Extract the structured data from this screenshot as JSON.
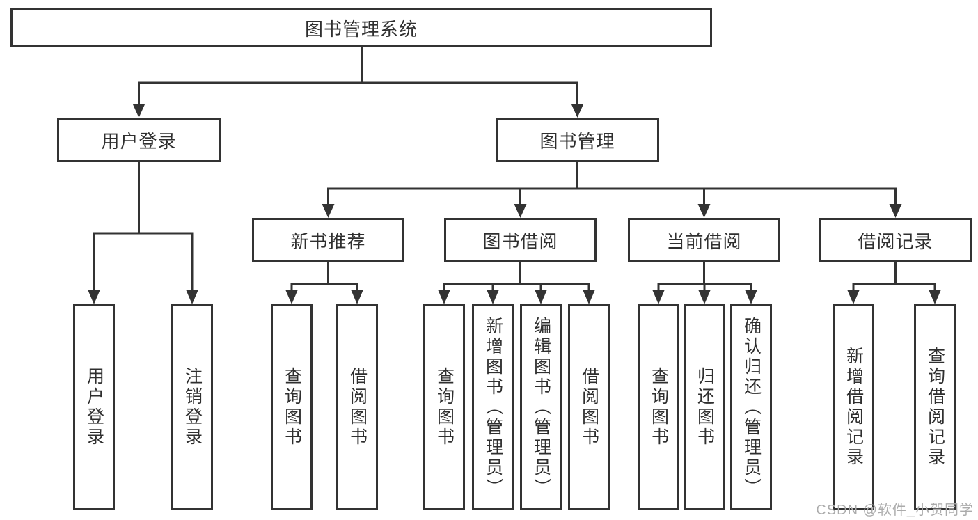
{
  "diagram_title": "图书管理系统",
  "nodes": {
    "root": "图书管理系统",
    "user_login": "用户登录",
    "book_mgmt": "图书管理",
    "new_book_rec": "新书推荐",
    "book_borrow": "图书借阅",
    "current_borrow": "当前借阅",
    "borrow_history": "借阅记录",
    "ul_user_login": "用户登录",
    "ul_logout": "注销登录",
    "nb_query_book": "查询图书",
    "nb_borrow_book": "借阅图书",
    "bb_query_book": "查询图书",
    "bb_add_book": "新增图书（管理员）",
    "bb_edit_book": "编辑图书（管理员）",
    "bb_borrow_book": "借阅图书",
    "cb_query_book": "查询图书",
    "cb_return_book": "归还图书",
    "cb_confirm_return": "确认归还（管理员）",
    "bh_add_record": "新增借阅记录",
    "bh_query_record": "查询借阅记录"
  },
  "hierarchy": {
    "图书管理系统": {
      "用户登录": [
        "用户登录",
        "注销登录"
      ],
      "图书管理": {
        "新书推荐": [
          "查询图书",
          "借阅图书"
        ],
        "图书借阅": [
          "查询图书",
          "新增图书（管理员）",
          "编辑图书（管理员）",
          "借阅图书"
        ],
        "当前借阅": [
          "查询图书",
          "归还图书",
          "确认归还（管理员）"
        ],
        "借阅记录": [
          "新增借阅记录",
          "查询借阅记录"
        ]
      }
    }
  },
  "watermark": "CSDN @软件_小贺同学",
  "colors": {
    "line": "#333333",
    "box_border": "#333333",
    "text": "#2f2f2f",
    "watermark": "#ababab",
    "background": "#ffffff"
  }
}
